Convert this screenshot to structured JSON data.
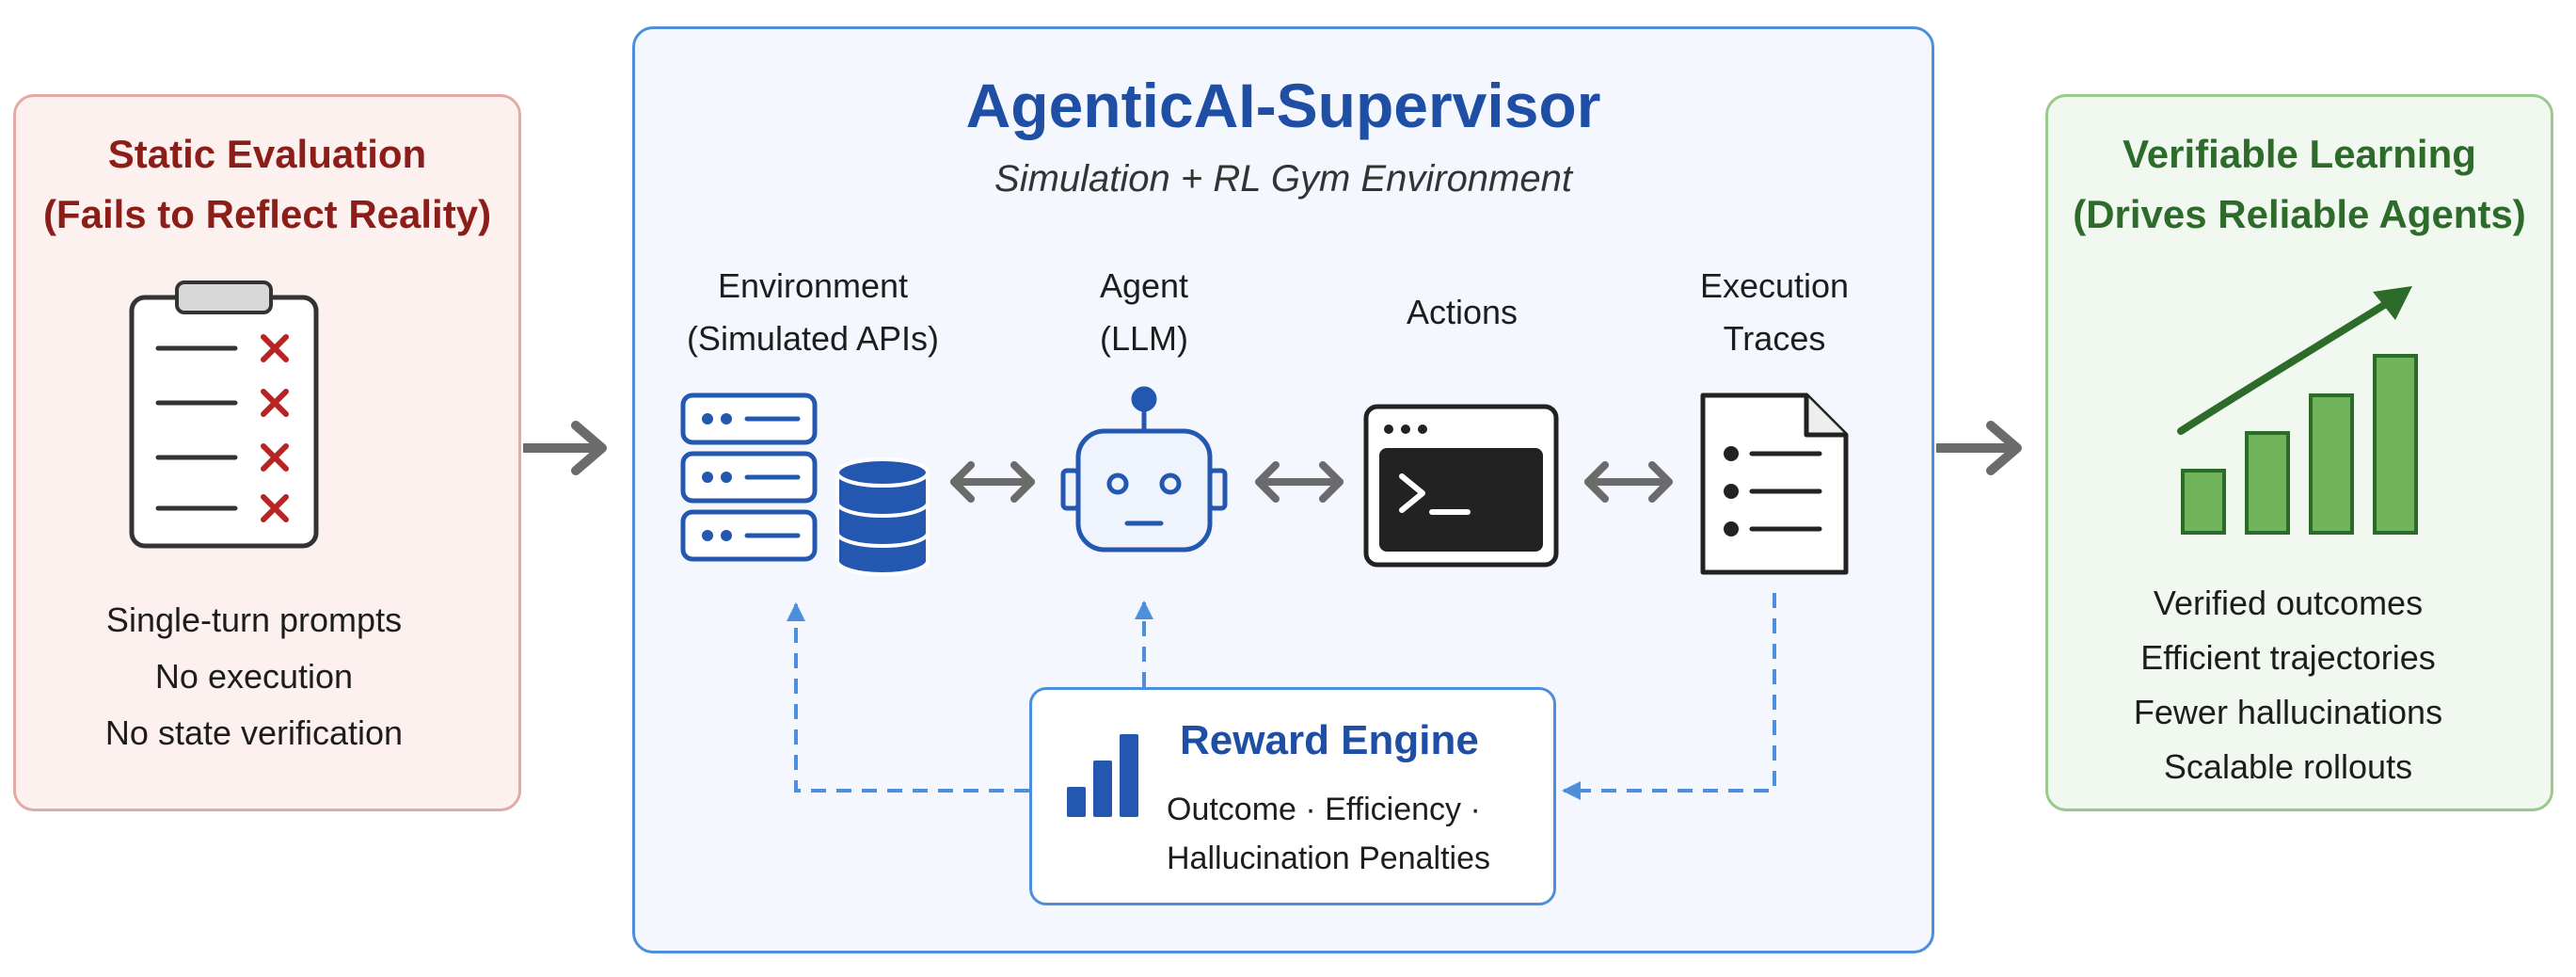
{
  "left": {
    "title_line1": "Static Evaluation",
    "title_line2": "(Fails to Reflect Reality)",
    "items": [
      "Single-turn prompts",
      "No execution",
      "No state verification"
    ],
    "icon": "clipboard-x-icon"
  },
  "center": {
    "title": "AgenticAI-Supervisor",
    "subtitle": "Simulation + RL Gym Environment",
    "components": [
      {
        "line1": "Environment",
        "line2": "(Simulated APIs)",
        "icon": "server-database-icon"
      },
      {
        "line1": "Agent",
        "line2": "(LLM)",
        "icon": "robot-icon"
      },
      {
        "line1": "Actions",
        "line2": "",
        "icon": "terminal-icon"
      },
      {
        "line1": "Execution",
        "line2": "Traces",
        "icon": "document-list-icon"
      }
    ],
    "reward": {
      "title": "Reward Engine",
      "line1": "Outcome · Efficiency ·",
      "line2": "Hallucination Penalties",
      "icon": "bar-chart-icon"
    }
  },
  "right": {
    "title_line1": "Verifiable Learning",
    "title_line2": "(Drives Reliable Agents)",
    "items": [
      "Verified outcomes",
      "Efficient trajectories",
      "Fewer hallucinations",
      "Scalable rollouts"
    ],
    "icon": "growth-chart-icon"
  },
  "colors": {
    "red_title": "#8c1e1a",
    "green_title": "#2c6b2a",
    "blue_title": "#1f4ea5",
    "icon_blue": "#2458b0",
    "arrow_gray": "#6b6b6b",
    "dash_blue": "#4d8fdd",
    "bar_green": "#6fb45a"
  }
}
